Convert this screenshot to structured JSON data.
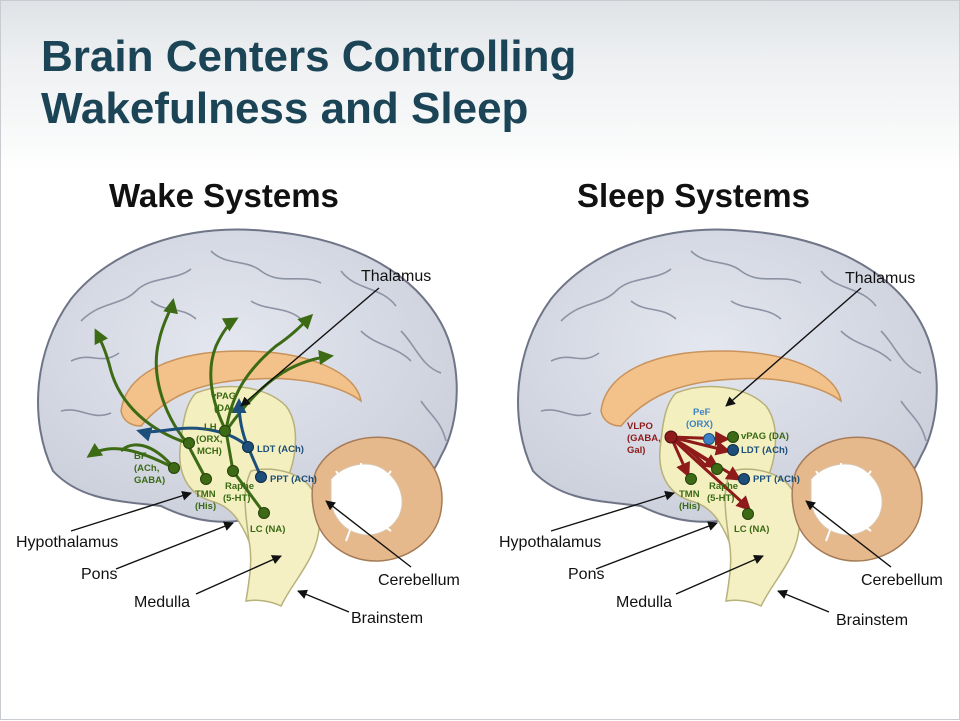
{
  "title": {
    "line1": "Brain Centers Controlling",
    "line2": "Wakefulness and Sleep"
  },
  "colors": {
    "title": "#1b4557",
    "wake_pathway": "#3d6b15",
    "ach_pathway": "#1c4f7a",
    "sleep_pathway": "#8e1a1a",
    "orexin_node": "#3d82c4"
  },
  "wake": {
    "heading": "Wake Systems",
    "labels": {
      "thalamus": "Thalamus",
      "hypothalamus": "Hypothalamus",
      "pons": "Pons",
      "medulla": "Medulla",
      "cerebellum": "Cerebellum",
      "brainstem": "Brainstem"
    },
    "nuclei": {
      "vpag": [
        "vPAG",
        "(DA)"
      ],
      "lh": [
        "LH",
        "(ORX,",
        "MCH)"
      ],
      "bf": [
        "BF",
        "(ACh,",
        "GABA)"
      ],
      "tmn": [
        "TMN",
        "(His)"
      ],
      "raphe": [
        "Raphe",
        "(5-HT)"
      ],
      "lc": "LC (NA)",
      "ldt": "LDT (ACh)",
      "ppt": "PPT (ACh)"
    }
  },
  "sleep": {
    "heading": "Sleep Systems",
    "labels": {
      "thalamus": "Thalamus",
      "hypothalamus": "Hypothalamus",
      "pons": "Pons",
      "medulla": "Medulla",
      "cerebellum": "Cerebellum",
      "brainstem": "Brainstem"
    },
    "nuclei": {
      "vlpo": [
        "VLPO",
        "(GABA,",
        "Gal)"
      ],
      "pef": [
        "PeF",
        "(ORX)"
      ],
      "vpag": "vPAG (DA)",
      "ldt": "LDT (ACh)",
      "ppt": "PPT (ACh)",
      "tmn": [
        "TMN",
        "(His)"
      ],
      "raphe": [
        "Raphe",
        "(5-HT)"
      ],
      "lc": "LC (NA)"
    }
  }
}
